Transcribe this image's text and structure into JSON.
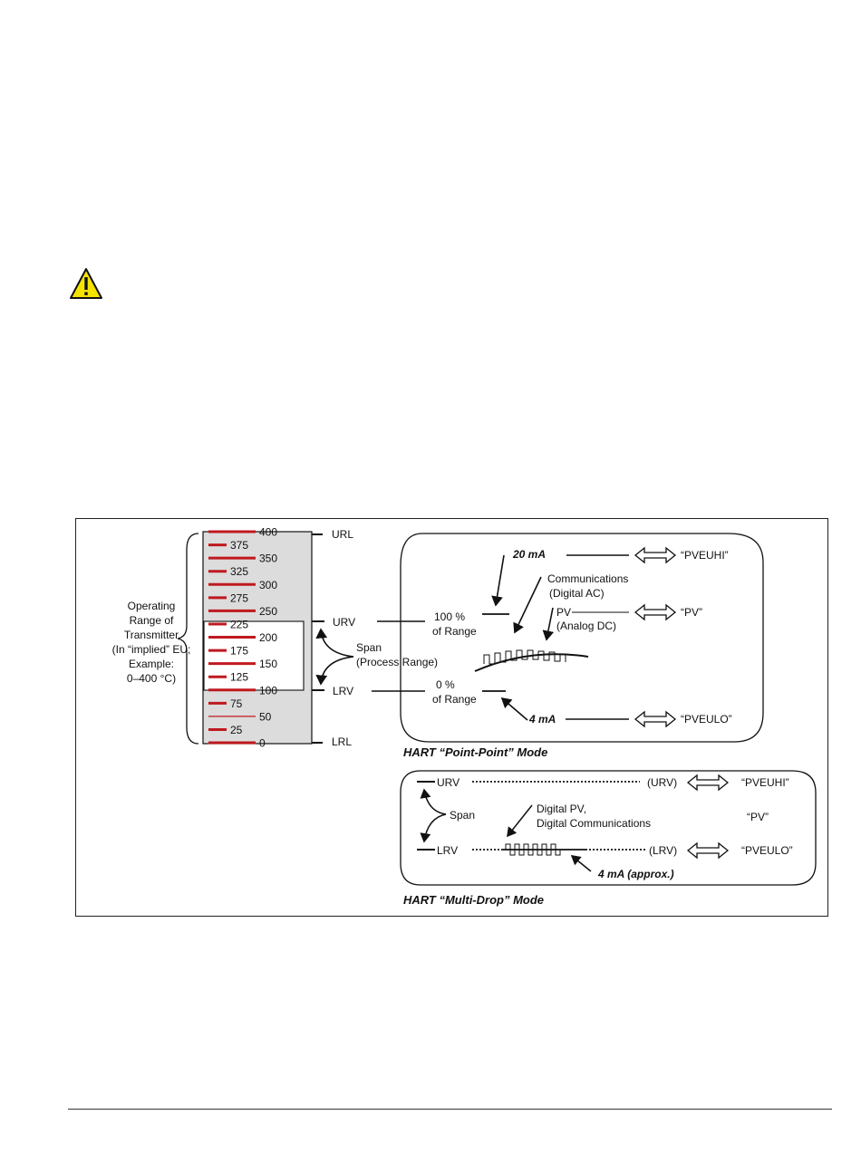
{
  "scale": {
    "ticks": [
      {
        "value": "400",
        "major": true
      },
      {
        "value": "375",
        "major": false
      },
      {
        "value": "350",
        "major": true
      },
      {
        "value": "325",
        "major": false
      },
      {
        "value": "300",
        "major": true
      },
      {
        "value": "275",
        "major": false
      },
      {
        "value": "250",
        "major": true
      },
      {
        "value": "225",
        "major": false
      },
      {
        "value": "200",
        "major": true
      },
      {
        "value": "175",
        "major": false
      },
      {
        "value": "150",
        "major": true
      },
      {
        "value": "125",
        "major": false
      },
      {
        "value": "100",
        "major": true
      },
      {
        "value": "75",
        "major": false
      },
      {
        "value": "50",
        "major": true
      },
      {
        "value": "25",
        "major": false
      },
      {
        "value": "0",
        "major": true
      }
    ],
    "tick_color": "#c0191f",
    "fill_color": "#dcdcdc"
  },
  "labels": {
    "operating_range": [
      "Operating",
      "Range of",
      "Transmitter",
      "(In “implied” EU;",
      "Example:",
      "0–400 °C)"
    ],
    "url": "URL",
    "urv": "URV",
    "lrv": "LRV",
    "lrl": "LRL",
    "span": "Span",
    "process_range": "(Process Range)",
    "pct100": "100 %",
    "pct0": "0 %",
    "of_range": "of Range"
  },
  "point_point": {
    "ma20": "20 mA",
    "ma4": "4 mA",
    "comm": [
      "Communications",
      "(Digital AC)"
    ],
    "pv": "PV",
    "analog_dc": "(Analog DC)",
    "pveuhi": "“PVEUHI”",
    "pv_q": "“PV”",
    "pveulo": "“PVEULO”",
    "title": "HART “Point-Point” Mode"
  },
  "multi_drop": {
    "urv": "URV",
    "lrv": "LRV",
    "span": "Span",
    "urv_p": "(URV)",
    "lrv_p": "(LRV)",
    "digital": [
      "Digital PV,",
      "Digital Communications"
    ],
    "ma4": "4 mA (approx.)",
    "pveuhi": "“PVEUHI”",
    "pv_q": "“PV”",
    "pveulo": "“PVEULO”",
    "title": "HART “Multi-Drop” Mode"
  }
}
